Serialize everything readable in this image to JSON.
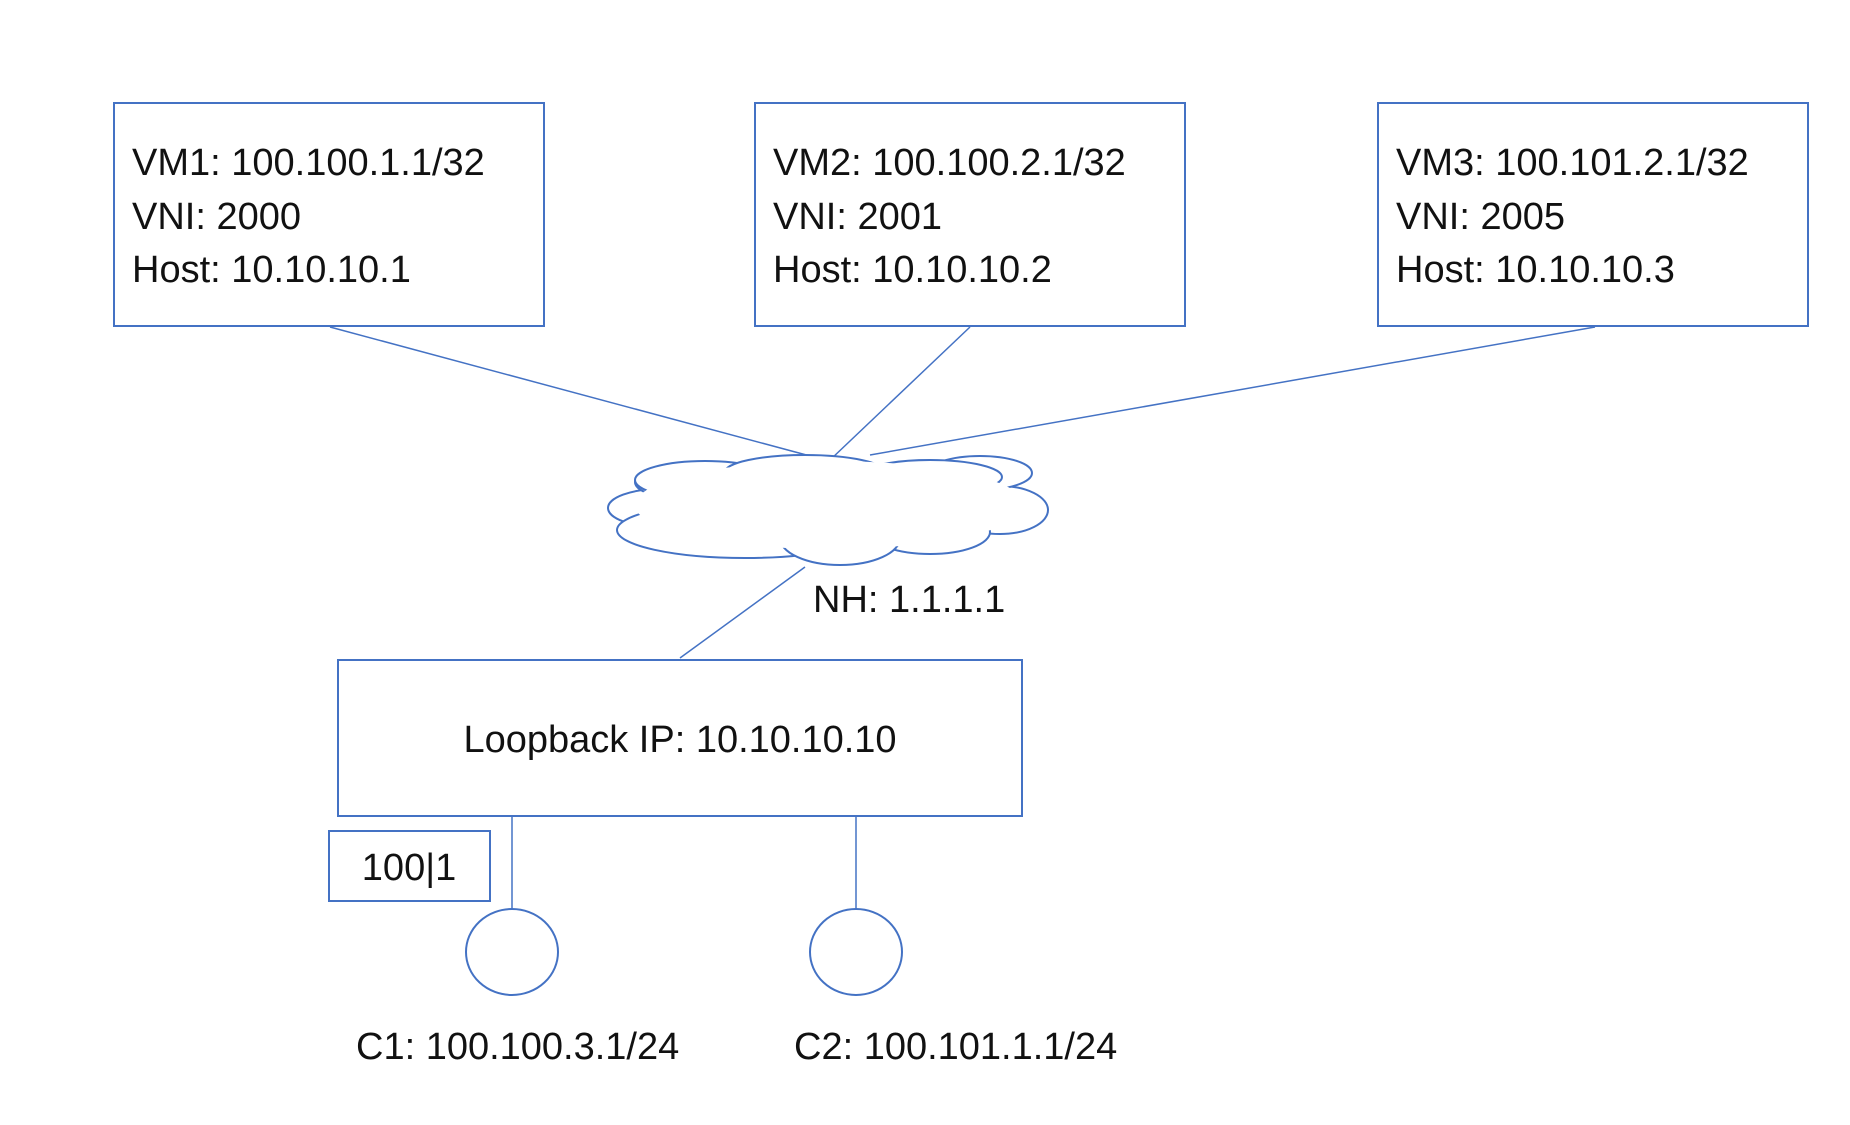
{
  "colors": {
    "stroke": "#4472C4",
    "text": "#111111",
    "background": "#ffffff"
  },
  "vms": [
    {
      "name": "VM1: 100.100.1.1/32",
      "vni": "VNI: 2000",
      "host": "Host: 10.10.10.1"
    },
    {
      "name": "VM2: 100.100.2.1/32",
      "vni": "VNI: 2001",
      "host": "Host: 10.10.10.2"
    },
    {
      "name": "VM3: 100.101.2.1/32",
      "vni": "VNI: 2005",
      "host": "Host: 10.10.10.3"
    }
  ],
  "cloud": {
    "icon": "cloud-icon",
    "next_hop_label": "NH: 1.1.1.1"
  },
  "router": {
    "label": "Loopback IP: 10.10.10.10"
  },
  "tag": {
    "label": "100|1"
  },
  "clients": [
    {
      "label": "C1: 100.100.3.1/24",
      "icon": "circle-icon"
    },
    {
      "label": "C2: 100.101.1.1/24",
      "icon": "circle-icon"
    }
  ]
}
